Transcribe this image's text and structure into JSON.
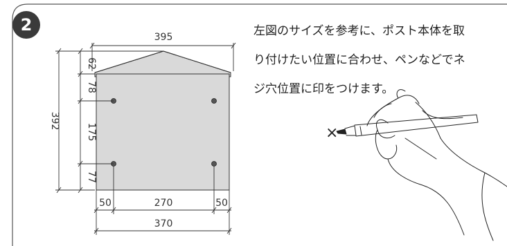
{
  "step": {
    "number": "2"
  },
  "instruction": {
    "lines": [
      "左図のサイズを参考に、ポスト本体を取",
      "り付けたい位置に合わせ、ペンなどでネ",
      "ジ穴位置に印をつけます。"
    ]
  },
  "dimensions": {
    "roof_width": "395",
    "roof_height": "62",
    "total_height": "392",
    "top_to_upper_hole": "78",
    "between_holes_vertical": "175",
    "lower_hole_to_bottom": "77",
    "left_margin": "50",
    "between_holes_horizontal": "270",
    "right_margin": "50",
    "body_width": "370"
  },
  "marker": {
    "symbol": "×"
  },
  "colors": {
    "body_fill": "#d9d9d9",
    "line": "#333333",
    "hole": "#555555",
    "badge": "#3a3a3a"
  },
  "icons": {
    "hand_with_pen": "hand-pen-illustration",
    "step_badge": "circled-number"
  }
}
